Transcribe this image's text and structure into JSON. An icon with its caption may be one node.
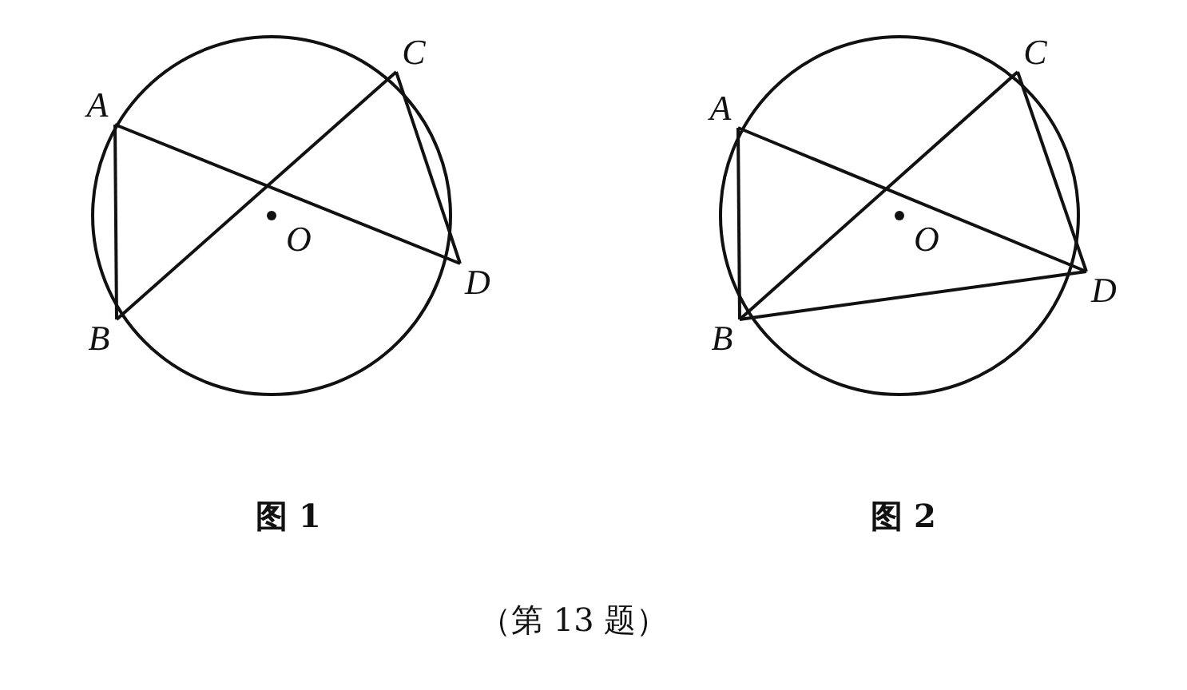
{
  "diagram": {
    "caption": "（第 13 题）",
    "nodes": [
      {
        "text": [
          "A"
        ]
      },
      {
        "text": [
          "B"
        ]
      },
      {
        "text": [
          "C"
        ]
      },
      {
        "text": [
          "D"
        ]
      },
      {
        "text": [
          "A"
        ]
      },
      {
        "text": [
          "B"
        ]
      },
      {
        "text": [
          "C"
        ]
      },
      {
        "text": [
          "D"
        ]
      }
    ],
    "edges": [
      {
        "from": 0,
        "to": 3,
        "arrow": "none"
      },
      {
        "from": 1,
        "to": 2,
        "arrow": "none"
      },
      {
        "from": 0,
        "to": 1,
        "arrow": "none"
      },
      {
        "from": 2,
        "to": 3,
        "arrow": "none"
      },
      {
        "from": 4,
        "to": 7,
        "arrow": "none"
      },
      {
        "from": 5,
        "to": 6,
        "arrow": "none"
      },
      {
        "from": 4,
        "to": 5,
        "arrow": "none"
      },
      {
        "from": 6,
        "to": 7,
        "arrow": "none"
      },
      {
        "from": 5,
        "to": 7,
        "arrow": "none"
      }
    ],
    "labels": [
      "O",
      "O",
      "图 1",
      "图 2"
    ]
  }
}
